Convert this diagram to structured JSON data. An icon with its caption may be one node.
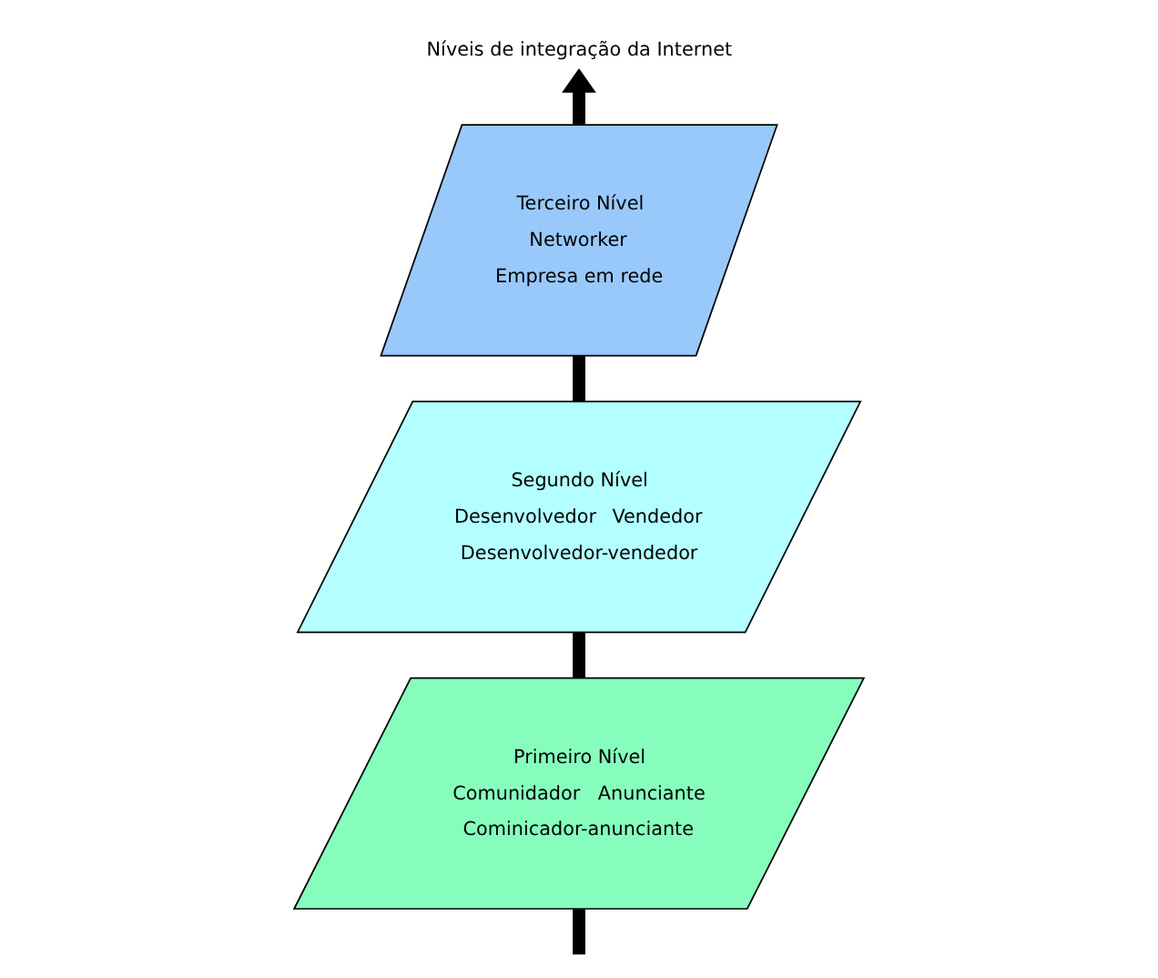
{
  "diagram": {
    "nodes": [
      {
        "text": [
          "Níveis de integração da Internet"
        ]
      },
      {
        "text": [
          "Terceiro Nível",
          "Networker",
          "Empresa em rede"
        ]
      },
      {
        "text": [
          "Segundo Nível",
          "Desenvolvedor",
          "Vendedor",
          "Desenvolvedor-vendedor"
        ]
      },
      {
        "text": [
          "Primeiro Nível",
          "Comunidador",
          "Anunciante",
          "Cominicador-anunciante"
        ]
      }
    ],
    "edges": [
      {
        "from": null,
        "to": 3,
        "arrow": "none"
      },
      {
        "from": 3,
        "to": 2,
        "arrow": "none"
      },
      {
        "from": 2,
        "to": 1,
        "arrow": "none"
      },
      {
        "from": 1,
        "to": 0,
        "arrow": "to"
      }
    ]
  }
}
